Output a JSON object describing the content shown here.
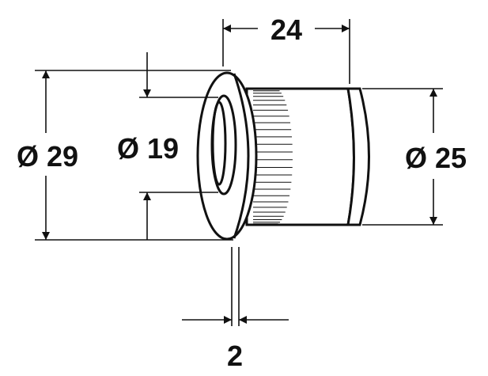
{
  "drawing": {
    "dimensions": {
      "length": "24",
      "flange_diameter": "Ø 29",
      "bore_diameter": "Ø 19",
      "body_diameter": "Ø 25",
      "flange_thickness": "2"
    },
    "colors": {
      "line": "#111111",
      "background": "#ffffff"
    }
  }
}
